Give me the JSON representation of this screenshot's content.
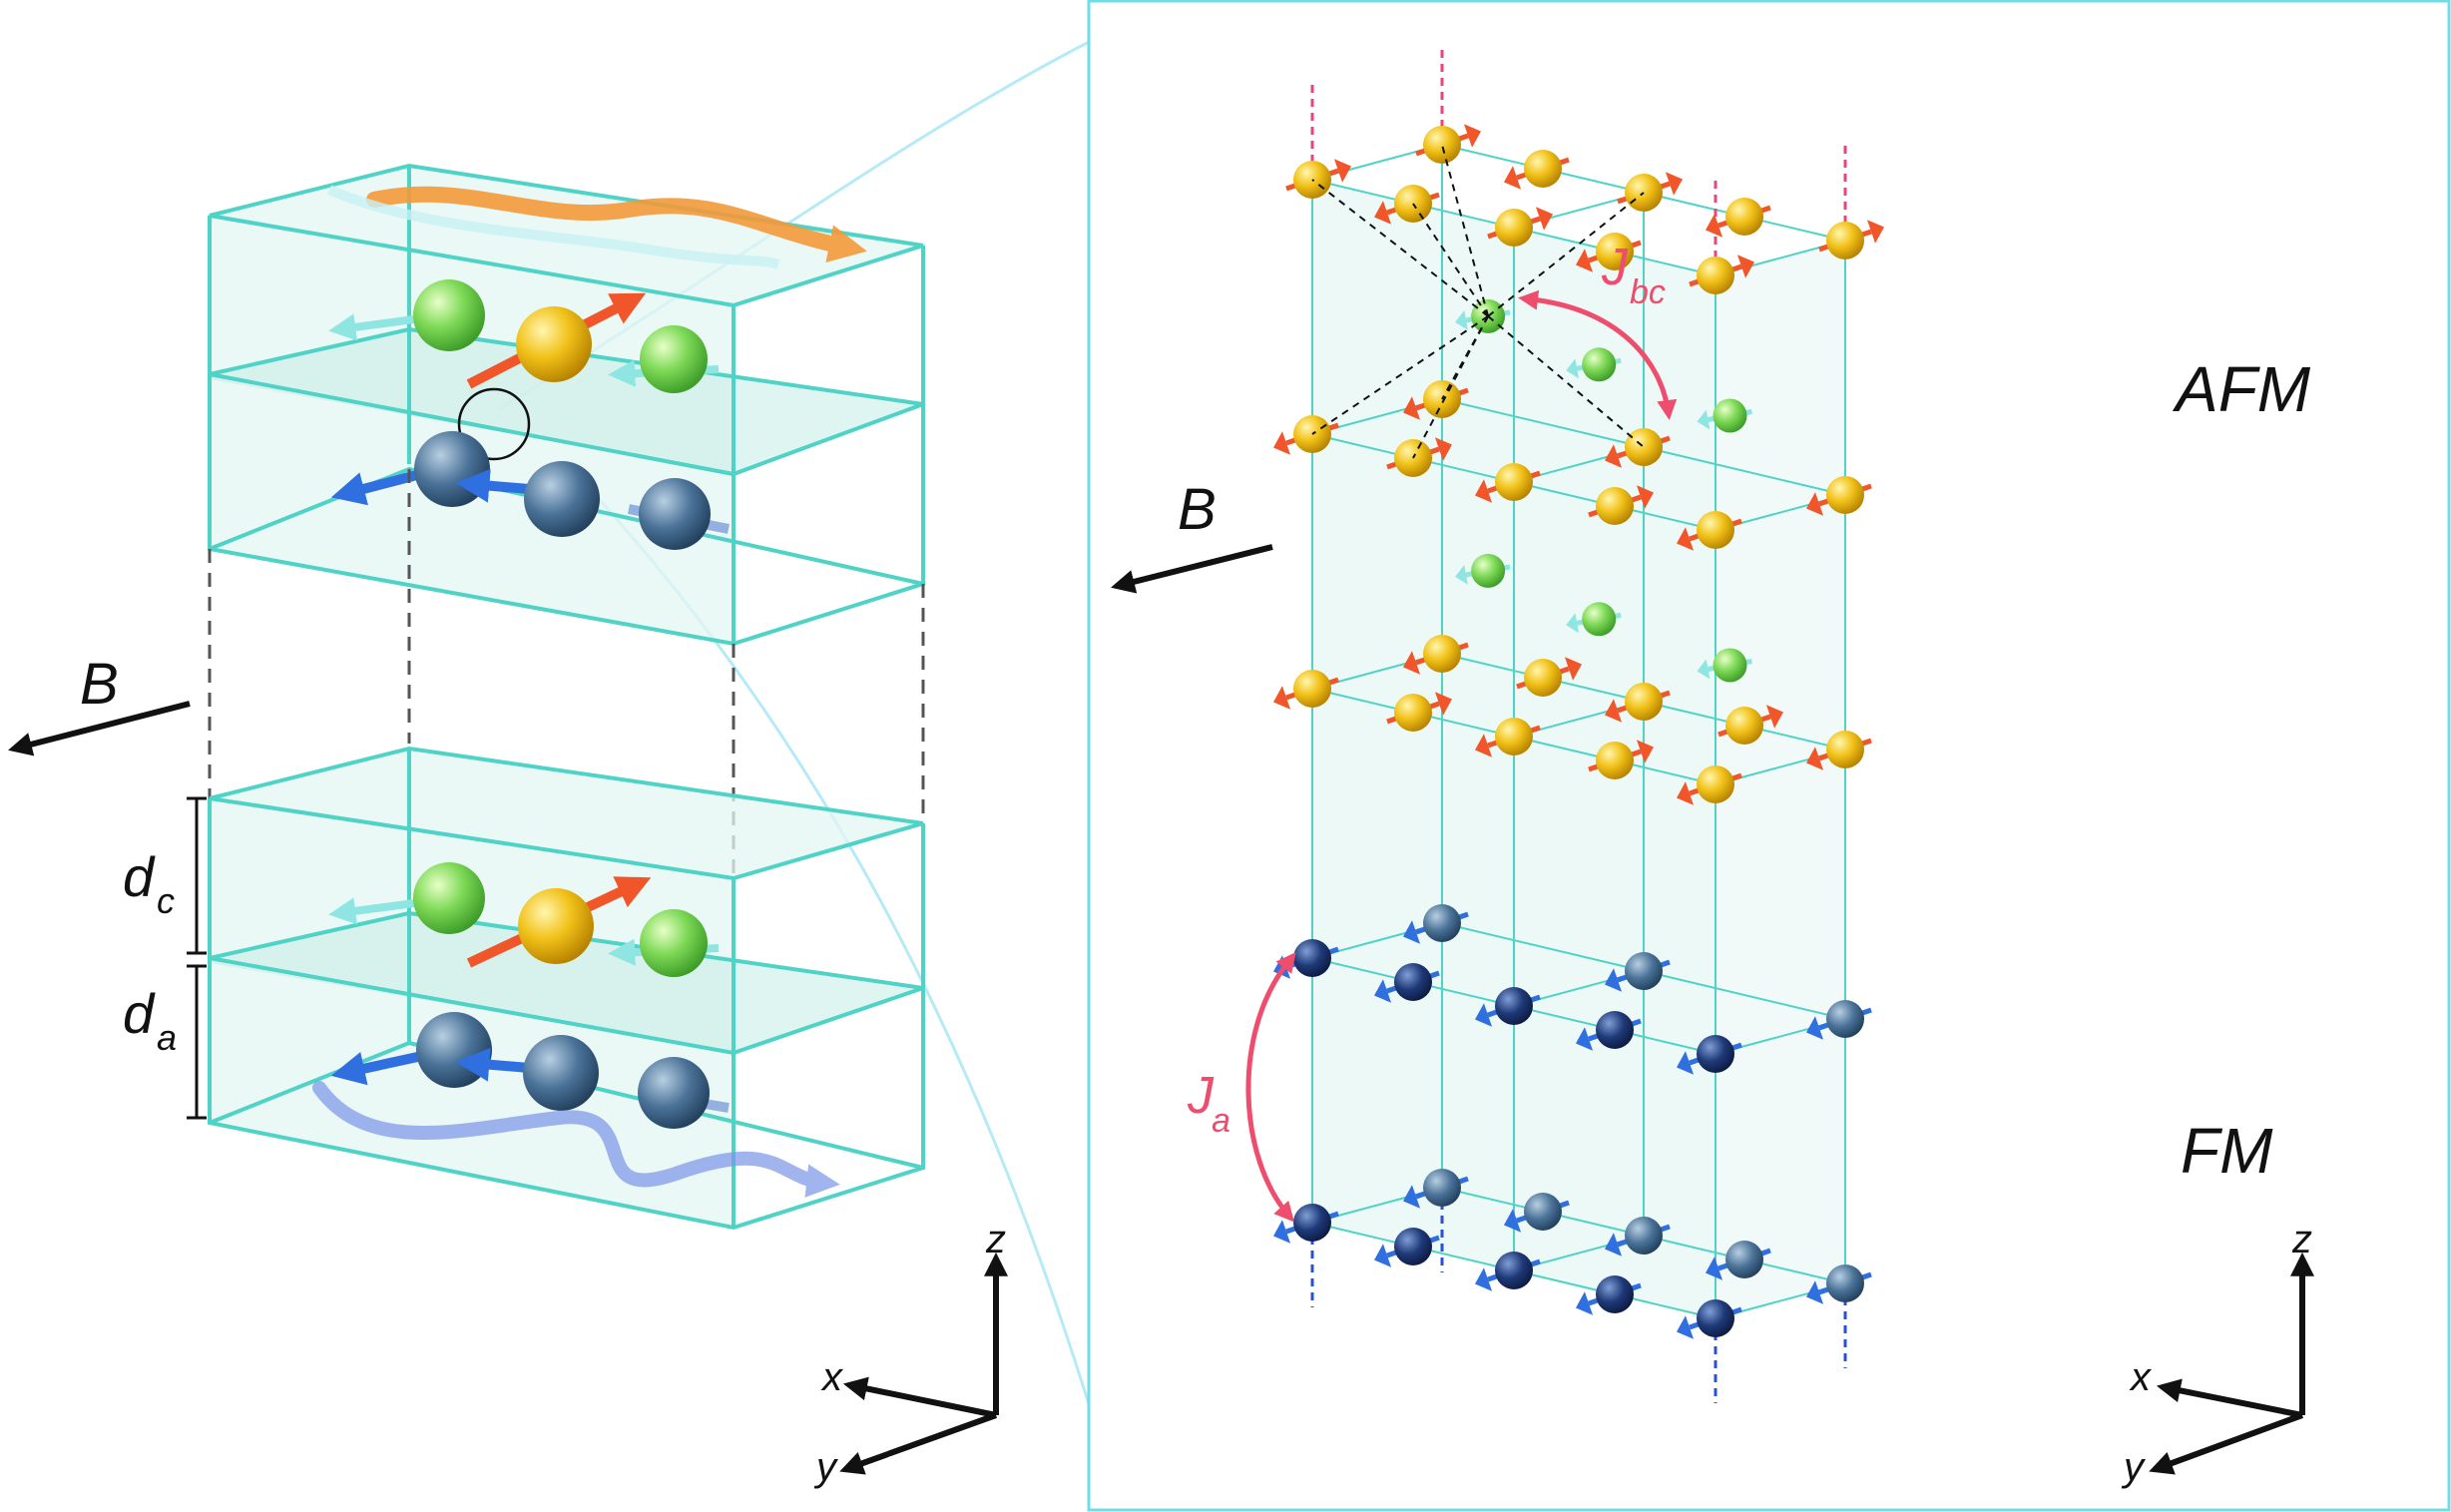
{
  "colors": {
    "cage": "#4fd3c6",
    "cage_fill": "#d6f2ee",
    "afm_atom": "#f2c21a",
    "afm_arrow": "#f0562a",
    "green_atom": "#7ed957",
    "green_arrow": "#8fe5e2",
    "fm_atom_dark": "#1f3a78",
    "fm_atom_mid": "#3f6f98",
    "fm_arrow": "#2f6fe0",
    "coupling": "#ef4d6e",
    "dashed_red": "#e8457a",
    "dashed_blue": "#2a4fd6",
    "orange_wave": "#f39a3a",
    "blue_wave": "#7c95e8"
  },
  "left_panel": {
    "field_label": "B",
    "dc_main": "d",
    "dc_sub": "c",
    "da_main": "d",
    "da_sub": "a",
    "axes": {
      "z": "z",
      "x": "x",
      "y": "y"
    }
  },
  "right_panel": {
    "field_label": "B",
    "afm_label": "AFM",
    "fm_label": "FM",
    "jbc_main": "J",
    "jbc_sub": "bc",
    "ja_main": "J",
    "ja_sub": "a",
    "axes": {
      "z": "z",
      "x": "x",
      "y": "y"
    }
  }
}
